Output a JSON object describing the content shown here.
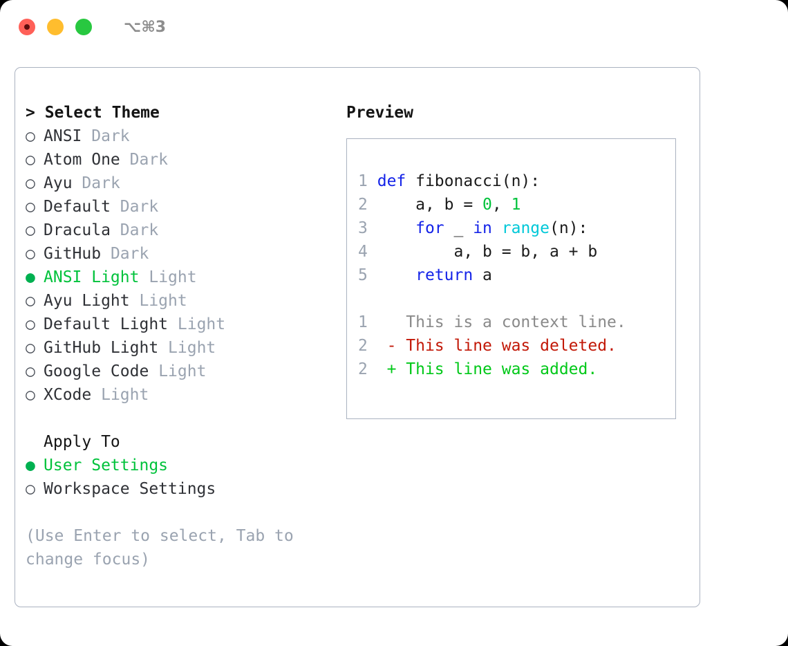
{
  "titlebar": {
    "shortcut": "⌥⌘3",
    "lights": [
      {
        "name": "close",
        "color": "#ff6058"
      },
      {
        "name": "minimize",
        "color": "#ffbd2e"
      },
      {
        "name": "maximize",
        "color": "#28c840"
      }
    ]
  },
  "colors": {
    "accent_green": "#00c23b",
    "bullet_green": "#00b050",
    "muted": "#9aa3b0",
    "border": "#aab2c0",
    "keyword_blue": "#1423e8",
    "function_cyan": "#00c8d8",
    "number_green": "#00c23b",
    "diff_deleted": "#c21807",
    "diff_added": "#00c818",
    "text": "#1b1b1b"
  },
  "theme_panel": {
    "header_prefix": "> ",
    "header": "Select Theme",
    "bullet_selected": "●",
    "bullet_unselected": "○",
    "items": [
      {
        "name": "ANSI",
        "tag": "Dark",
        "selected": false
      },
      {
        "name": "Atom One",
        "tag": "Dark",
        "selected": false
      },
      {
        "name": "Ayu",
        "tag": "Dark",
        "selected": false
      },
      {
        "name": "Default",
        "tag": "Dark",
        "selected": false
      },
      {
        "name": "Dracula",
        "tag": "Dark",
        "selected": false
      },
      {
        "name": "GitHub",
        "tag": "Dark",
        "selected": false
      },
      {
        "name": "ANSI Light",
        "tag": "Light",
        "selected": true
      },
      {
        "name": "Ayu Light",
        "tag": "Light",
        "selected": false
      },
      {
        "name": "Default Light",
        "tag": "Light",
        "selected": false
      },
      {
        "name": "GitHub Light",
        "tag": "Light",
        "selected": false
      },
      {
        "name": "Google Code",
        "tag": "Light",
        "selected": false
      },
      {
        "name": "XCode",
        "tag": "Light",
        "selected": false
      }
    ]
  },
  "apply_to": {
    "title": "Apply To",
    "options": [
      {
        "name": "User Settings",
        "selected": true
      },
      {
        "name": "Workspace Settings",
        "selected": false
      }
    ]
  },
  "hint": "(Use Enter to select, Tab to change focus)",
  "preview": {
    "title": "Preview",
    "code_lines": [
      {
        "num": "1",
        "tokens": [
          {
            "t": "def",
            "c": "kw"
          },
          {
            "t": " fibonacci(n):",
            "c": "plain"
          }
        ]
      },
      {
        "num": "2",
        "tokens": [
          {
            "t": "    a, b = ",
            "c": "plain"
          },
          {
            "t": "0",
            "c": "num"
          },
          {
            "t": ", ",
            "c": "plain"
          },
          {
            "t": "1",
            "c": "num"
          }
        ]
      },
      {
        "num": "3",
        "tokens": [
          {
            "t": "    ",
            "c": "plain"
          },
          {
            "t": "for",
            "c": "kw"
          },
          {
            "t": " _ ",
            "c": "plain"
          },
          {
            "t": "in",
            "c": "kw"
          },
          {
            "t": " ",
            "c": "plain"
          },
          {
            "t": "range",
            "c": "fn"
          },
          {
            "t": "(n):",
            "c": "plain"
          }
        ]
      },
      {
        "num": "4",
        "tokens": [
          {
            "t": "        a, b = b, a + b",
            "c": "plain"
          }
        ]
      },
      {
        "num": "5",
        "tokens": [
          {
            "t": "    ",
            "c": "plain"
          },
          {
            "t": "return",
            "c": "kw"
          },
          {
            "t": " a",
            "c": "plain"
          }
        ]
      }
    ],
    "diff_lines": [
      {
        "num": "1",
        "marker": " ",
        "text": " This is a context line.",
        "kind": "ctx"
      },
      {
        "num": "2",
        "marker": "-",
        "text": " This line was deleted.",
        "kind": "del"
      },
      {
        "num": "2",
        "marker": "+",
        "text": " This line was added.",
        "kind": "add"
      }
    ]
  }
}
